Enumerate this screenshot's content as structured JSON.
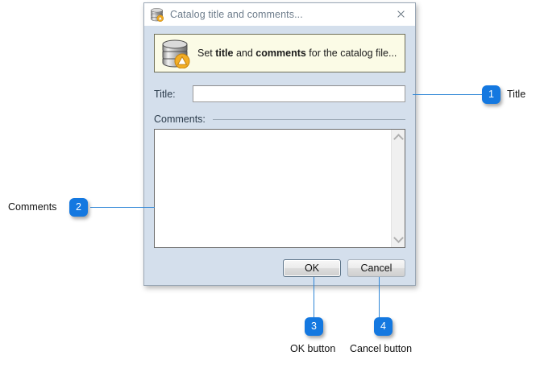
{
  "dialog": {
    "titlebar": {
      "icon": "database-warning-icon",
      "title": "Catalog title and comments...",
      "close_label": "close-icon"
    },
    "banner": {
      "icon": "database-warning-icon",
      "text_part1": "Set ",
      "text_bold1": "title",
      "text_part2": " and ",
      "text_bold2": "comments",
      "text_part3": " for the catalog file..."
    },
    "title_field": {
      "label": "Title:",
      "value": "",
      "placeholder": ""
    },
    "comments_group": {
      "label": "Comments:",
      "value": "",
      "placeholder": ""
    },
    "buttons": {
      "ok": "OK",
      "cancel": "Cancel"
    }
  },
  "callouts": [
    {
      "number": "1",
      "label": "Title"
    },
    {
      "number": "2",
      "label": "Comments"
    },
    {
      "number": "3",
      "label": "OK button"
    },
    {
      "number": "4",
      "label": "Cancel button"
    }
  ],
  "colors": {
    "accent": "#1478e0",
    "leader": "#2f86d6",
    "dialog_body": "#d4dfec",
    "banner_bg": "#fbfbe6",
    "page_bg": "#ffffff"
  }
}
